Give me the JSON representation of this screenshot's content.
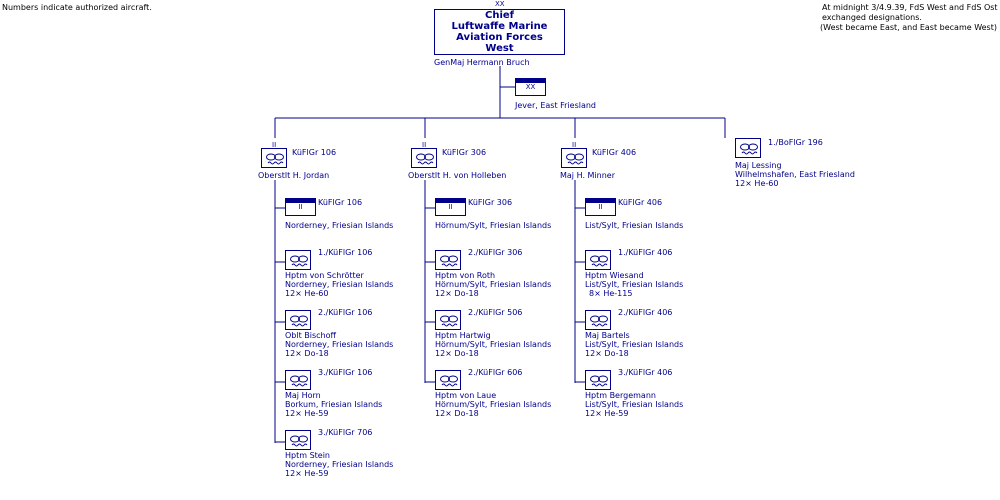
{
  "notes": {
    "left": "Numbers indicate authorized aircraft.",
    "right": [
      "At midnight 3/4.9.39, FdS West and FdS Ost",
      "exchanged designations.",
      "(West became East, and East became West)"
    ]
  },
  "chief": {
    "echelon": "XX",
    "lines": [
      "Chief",
      "Luftwaffe Marine",
      "Aviation Forces",
      "West"
    ],
    "commander": "GenMaj  Hermann Bruch",
    "hq_mark": "XX",
    "hq_location": "Jever, East Friesland"
  },
  "groups": [
    {
      "name": "KüFlGr 106",
      "echelon": "II",
      "commander": "Oberstlt H. Jordan",
      "hq": {
        "mark": "II",
        "name": "KüFlGr 106",
        "location": "Norderney, Friesian Islands"
      },
      "staffeln": [
        {
          "name": "1./KüFlGr 106",
          "commander": "Hptm  von Schrötter",
          "location": "Norderney, Friesian Islands",
          "aircraft": "12× He-60"
        },
        {
          "name": "2./KüFlGr 106",
          "commander": "Oblt  Bischoff",
          "location": "Norderney, Friesian Islands",
          "aircraft": "12× Do-18"
        },
        {
          "name": "3./KüFlGr 106",
          "commander": "Maj  Horn",
          "location": "Borkum, Friesian Islands",
          "aircraft": "12× He-59"
        },
        {
          "name": "3./KüFlGr 706",
          "commander": "Hptm  Stein",
          "location": "Norderney, Friesian Islands",
          "aircraft": "12× He-59"
        }
      ]
    },
    {
      "name": "KüFlGr 306",
      "echelon": "II",
      "commander": "Oberstlt H. von Holleben",
      "hq": {
        "mark": "II",
        "name": "KüFlGr 306",
        "location": "Hörnum/Sylt, Friesian Islands"
      },
      "staffeln": [
        {
          "name": "2./KüFlGr 306",
          "commander": "Hptm  von Roth",
          "location": "Hörnum/Sylt, Friesian Islands",
          "aircraft": "12× Do-18"
        },
        {
          "name": "2./KüFlGr 506",
          "commander": "Hptm  Hartwig",
          "location": "Hörnum/Sylt, Friesian Islands",
          "aircraft": "12× Do-18"
        },
        {
          "name": "2./KüFlGr 606",
          "commander": "Hptm  von Laue",
          "location": "Hörnum/Sylt, Friesian Islands",
          "aircraft": "12× Do-18"
        }
      ]
    },
    {
      "name": "KüFlGr 406",
      "echelon": "II",
      "commander": "Maj  H. Minner",
      "hq": {
        "mark": "II",
        "name": "KüFlGr 406",
        "location": "List/Sylt, Friesian Islands"
      },
      "staffeln": [
        {
          "name": "1./KüFlGr 406",
          "commander": "Hptm  Wiesand",
          "location": "List/Sylt, Friesian Islands",
          "aircraft": "8× He-115"
        },
        {
          "name": "2./KüFlGr 406",
          "commander": "Maj  Bartels",
          "location": "List/Sylt, Friesian Islands",
          "aircraft": "12× Do-18"
        },
        {
          "name": "3./KüFlGr 406",
          "commander": "Hptm  Bergemann",
          "location": "List/Sylt, Friesian Islands",
          "aircraft": "12× He-59"
        }
      ]
    }
  ],
  "independent": {
    "name": "1./BoFlGr 196",
    "commander": "Maj  Lessing",
    "location": "Wilhelmshafen, East Friesland",
    "aircraft": "12× He-60"
  },
  "colors": {
    "ink": "#00008b",
    "background": "#ffffff",
    "note_text": "#000000"
  }
}
